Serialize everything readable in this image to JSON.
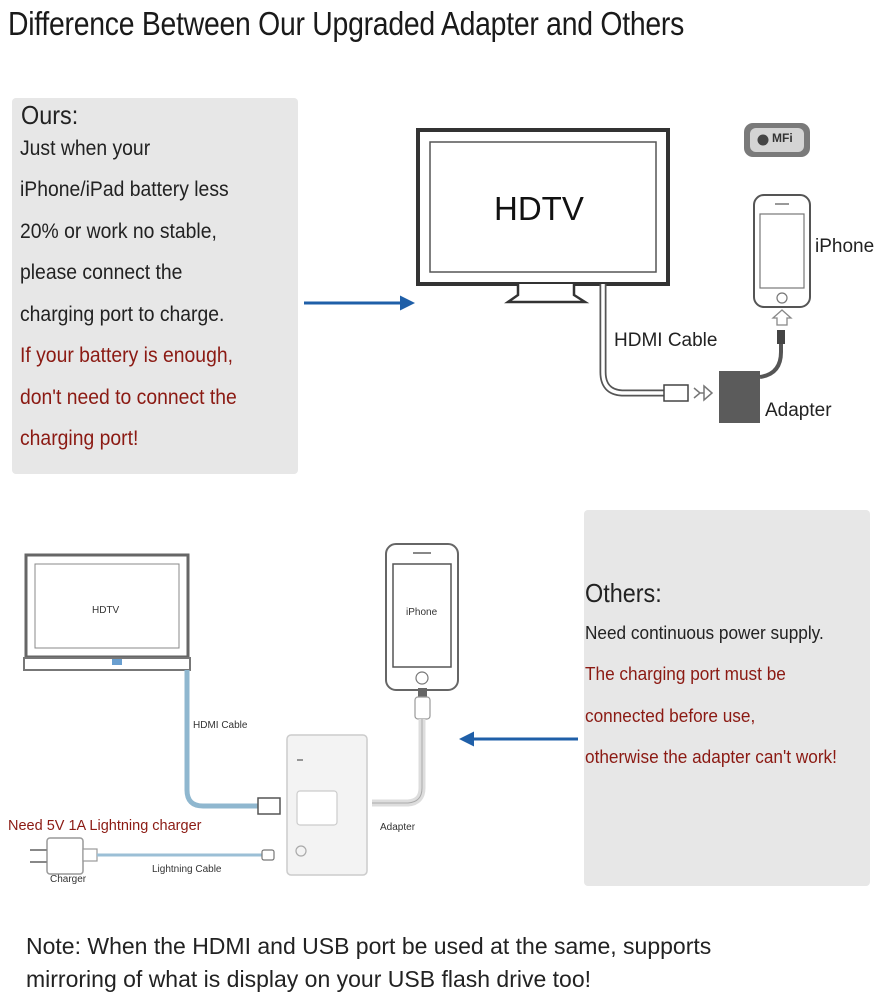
{
  "title": "Difference Between Our Upgraded Adapter and Others",
  "ours": {
    "heading": "Ours:",
    "lines": [
      "Just when your",
      "iPhone/iPad battery less",
      "20% or work no stable,",
      "please connect the",
      "charging port to charge."
    ],
    "red_lines": [
      "If your battery is enough,",
      "don't need to connect the",
      "charging port!"
    ]
  },
  "top_diagram": {
    "hdtv": "HDTV",
    "mfi": "MFi",
    "iphone": "iPhone",
    "hdmi_cable": "HDMI Cable",
    "adapter": "Adapter"
  },
  "bottom_diagram": {
    "hdtv": "HDTV",
    "iphone": "iPhone",
    "hdmi_cable": "HDMI Cable",
    "adapter": "Adapter",
    "charger_note": "Need 5V 1A Lightning charger",
    "charger": "Charger",
    "lightning_cable": "Lightning Cable"
  },
  "others": {
    "heading": "Others:",
    "line": "Need continuous power supply.",
    "red_lines": [
      "The charging port must be",
      "connected before use,",
      "otherwise the adapter can't work!"
    ]
  },
  "note": {
    "line1": "Note: When the HDMI and USB port be used at the same, supports",
    "line2": "mirroring of what is display on your USB flash drive too!"
  },
  "colors": {
    "panel": "#e7e7e7",
    "red_text": "#8b1a13",
    "arrow_blue": "#1f5fa8"
  }
}
